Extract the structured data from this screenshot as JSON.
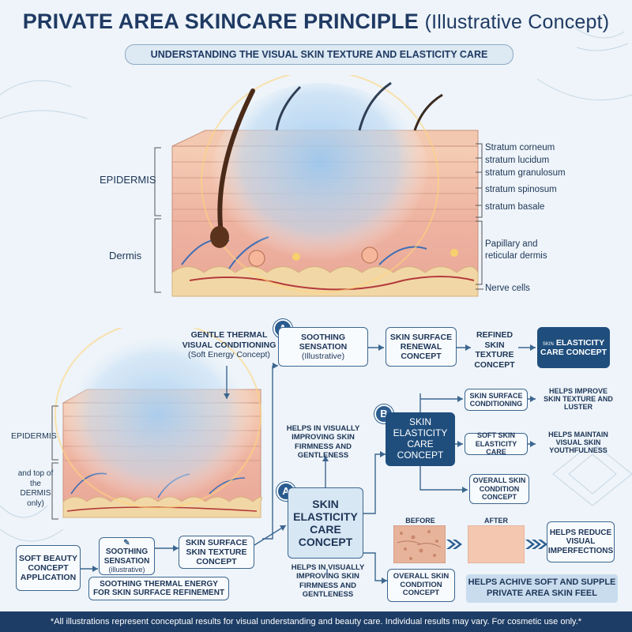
{
  "title": {
    "main": "PRIVATE AREA SKINCARE PRINCIPLE",
    "sub": "(Illustrative Concept)"
  },
  "subtitle": "UNDERSTANDING THE VISUAL SKIN TEXTURE AND ELASTICITY CARE",
  "top_diagram": {
    "left_labels": {
      "epidermis": "EPIDERMIS",
      "dermis": "Dermis"
    },
    "right_labels": {
      "corneum": "Stratum corneum",
      "lucidum": "stratum lucidum",
      "granulosum": "stratum granulosum",
      "spinosum": "stratum spinosum",
      "basale": "stratum basale",
      "dermis": "Papillary and reticular dermis",
      "nerve": "Nerve cells"
    }
  },
  "small_diagram": {
    "epidermis": "EPIDERMIS",
    "dermis_top": "and top of the DERMIS only)",
    "thermal": {
      "line1": "GENTLE THERMAL",
      "line2": "VISUAL CONDITIONING",
      "line3": "(Soft Energy Concept)"
    }
  },
  "flow": {
    "badge_a": "A",
    "badge_b": "B",
    "soothing_a": {
      "line1": "SOOTHING SENSATION",
      "line2": "(Illustrative)"
    },
    "renewal": "SKIN SURFACE RENEWAL CONCEPT",
    "refined": "REFINED SKIN TEXTURE CONCEPT",
    "elastic_top": {
      "prefix": "SKIN",
      "main": "ELASTICITY CARE CONCEPT"
    },
    "helps_luster": "HELPS IMPROVE SKIN TEXTURE AND LUSTER",
    "surface_cond": "SKIN SURFACE CONDITIONING",
    "helps_firmness": "HELPS IN VISUALLY IMPROVING SKIN FIRMNESS AND GENTLENESS",
    "elastic_b": "SKIN ELASTICITY CARE CONCEPT",
    "soft_elastic": "SOFT SKIN ELASTICITY CARE",
    "helps_youth": "HELPS MAINTAIN VISUAL SKIN YOUTHFULNESS",
    "overall_b": "OVERALL SKIN CONDITION CONCEPT",
    "elastic_a": "SKIN ELASTICITY CARE CONCEPT",
    "soft_beauty": "SOFT BEAUTY CONCEPT APPLICATION",
    "soothing_bottom": {
      "line1": "SOOTHING SENSATION",
      "line2": "(illustrative)"
    },
    "surface_texture": "SKIN SURFACE SKIN TEXTURE CONCEPT",
    "thermal_energy": "SOOTHING THERMAL ENERGY FOR SKIN SURFACE REFINEMENT",
    "helps_firmness_bottom": "HELPS IN VISUALLY IMPROVING SKIN FIRMNESS AND GENTLENESS",
    "overall_bottom": "OVERALL SKIN CONDITION CONCEPT",
    "before": "BEFORE",
    "after": "AFTER",
    "helps_reduce": "HELPS REDUCE VISUAL IMPERFECTIONS",
    "result": "HELPS ACHIVE SOFT AND SUPPLE PRIVATE AREA SKIN FEEL"
  },
  "footer": "*All illustrations represent conceptual results for visual understanding and beauty care. Individual results may vary. For cosmetic use only.*",
  "colors": {
    "navy": "#1f4e7d",
    "accent": "#2a5c8f",
    "skin": "#f2c3ad"
  }
}
